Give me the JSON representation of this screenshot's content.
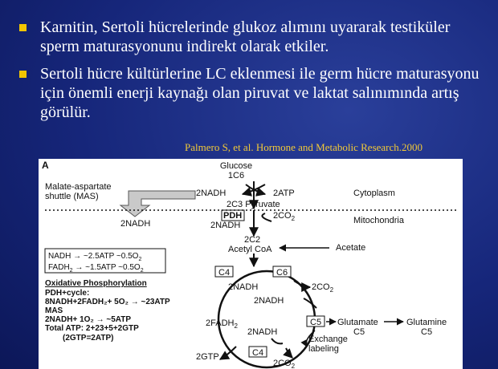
{
  "slide": {
    "bullets": [
      "Karnitin, Sertoli hücrelerinde glukoz alımını uyararak testiküler sperm maturasyonunu indirekt olarak etkiler.",
      "Sertoli hücre kültürlerine LC eklenmesi ile germ hücre maturasyonu için önemli enerji kaynağı olan piruvat ve laktat salınımında artış görülür."
    ],
    "citation": "Palmero S, et al. Hormone and Metabolic Research.2000"
  },
  "figure": {
    "panel_label": "A",
    "glucose": "Glucose",
    "c6_top": "1C6",
    "nadh_2": "2NADH",
    "atp_2": "2ATP",
    "mas": "Malate-aspartate shuttle (MAS)",
    "nadh_mas": "2NADH",
    "cytoplasm": "Cytoplasm",
    "pyruvate": "2C3 Pyruvate",
    "mitochondria": "Mitochondria",
    "pdh": "PDH",
    "co2_pdh": "2CO",
    "nadh_pdh": "2NADH",
    "acetyl": "2C2",
    "acetyl_coa": "Acetyl CoA",
    "acetate": "Acetate",
    "yield_nadh": "NADH → ~2.5ATP ~0.5O",
    "yield_fadh": "FADH → ~1.5ATP ~0.5O",
    "ox_title": "Oxidative Phosphorylation",
    "ox_lines": [
      "PDH+cycle:",
      "8NADH+2FADH₂+ 5O₂ → ~23ATP",
      "MAS",
      "2NADH+ 1O₂ → ~5ATP",
      "Total ATP: 2+23+5+2GTP",
      "(2GTP=2ATP)"
    ],
    "c4_top": "C4",
    "c6_cycle": "C6",
    "nadh_cycle1": "2NADH",
    "co2_a": "2CO",
    "nadh_cycle2": "2NADH",
    "fadh_cycle": "2FADH",
    "nadh_cycle3": "2NADH",
    "c5": "C5",
    "glutamate": "Glutamate",
    "glutamate_c": "C5",
    "glutamine": "Glutamine",
    "glutamine_c": "C5",
    "exchange": "Exchange labeling",
    "gtp": "2GTP",
    "c4_bottom": "C4",
    "co2_b": "2CO",
    "sub2": "2"
  }
}
